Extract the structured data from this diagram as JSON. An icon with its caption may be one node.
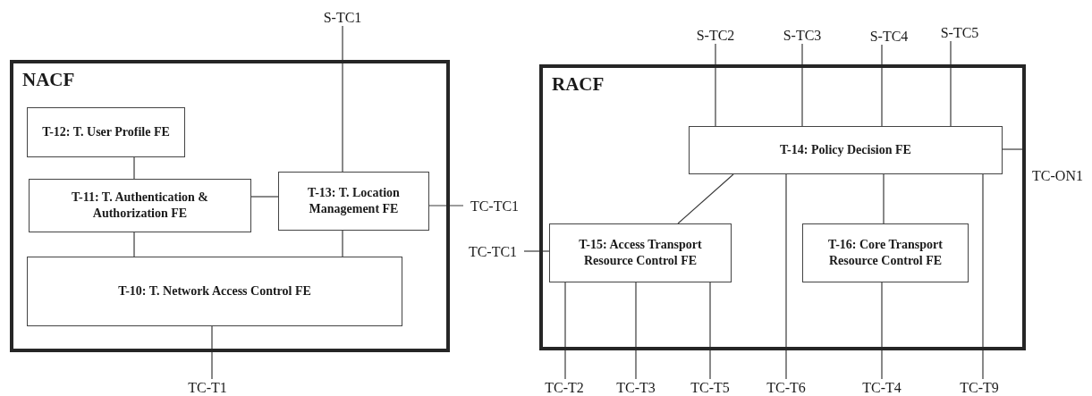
{
  "diagram": {
    "nodes": [
      {
        "text": [
          "NACF"
        ]
      },
      {
        "text": [
          "T-12: T. User Profile FE"
        ],
        "in": 0
      },
      {
        "text": [
          "T-11: T. Authentication & Authorization FE"
        ],
        "in": 0
      },
      {
        "text": [
          "T-13: T. Location Management FE"
        ],
        "in": 0
      },
      {
        "text": [
          "T-10: T. Network Access Control FE"
        ],
        "in": 0
      },
      {
        "text": [
          "S-TC1"
        ]
      },
      {
        "text": [
          "TC-TC1"
        ]
      },
      {
        "text": [
          "TC-T1"
        ]
      },
      {
        "text": [
          "RACF"
        ]
      },
      {
        "text": [
          "T-14: Policy Decision FE"
        ],
        "in": 8
      },
      {
        "text": [
          "T-15: Access Transport Resource Control FE"
        ],
        "in": 8
      },
      {
        "text": [
          "T-16: Core Transport Resource Control FE"
        ],
        "in": 8
      },
      {
        "text": [
          "S-TC2"
        ]
      },
      {
        "text": [
          "S-TC3"
        ]
      },
      {
        "text": [
          "S-TC4"
        ]
      },
      {
        "text": [
          "S-TC5"
        ]
      },
      {
        "text": [
          "TC-ON1"
        ]
      },
      {
        "text": [
          "TC-TC1"
        ]
      },
      {
        "text": [
          "TC-T2"
        ]
      },
      {
        "text": [
          "TC-T3"
        ]
      },
      {
        "text": [
          "TC-T5"
        ]
      },
      {
        "text": [
          "TC-T6"
        ]
      },
      {
        "text": [
          "TC-T4"
        ]
      },
      {
        "text": [
          "TC-T9"
        ]
      }
    ],
    "edges": [
      {
        "from": 1,
        "to": 2,
        "arrow": "none"
      },
      {
        "from": 2,
        "to": 3,
        "arrow": "none"
      },
      {
        "from": 2,
        "to": 4,
        "arrow": "none"
      },
      {
        "from": 3,
        "to": 4,
        "arrow": "none"
      },
      {
        "from": 5,
        "to": 3,
        "arrow": "none"
      },
      {
        "from": 3,
        "to": 6,
        "arrow": "none"
      },
      {
        "from": 4,
        "to": 7,
        "arrow": "none"
      },
      {
        "from": 12,
        "to": 9,
        "arrow": "none"
      },
      {
        "from": 13,
        "to": 9,
        "arrow": "none"
      },
      {
        "from": 14,
        "to": 9,
        "arrow": "none"
      },
      {
        "from": 15,
        "to": 9,
        "arrow": "none"
      },
      {
        "from": 9,
        "to": 16,
        "arrow": "none"
      },
      {
        "from": 9,
        "to": 10,
        "arrow": "none"
      },
      {
        "from": 17,
        "to": 10,
        "arrow": "none"
      },
      {
        "from": 10,
        "to": 18,
        "arrow": "none"
      },
      {
        "from": 10,
        "to": 19,
        "arrow": "none"
      },
      {
        "from": 10,
        "to": 20,
        "arrow": "none"
      },
      {
        "from": 9,
        "to": 21,
        "arrow": "none"
      },
      {
        "from": 9,
        "to": 11,
        "arrow": "none"
      },
      {
        "from": 11,
        "to": 22,
        "arrow": "none"
      },
      {
        "from": 9,
        "to": 23,
        "arrow": "none"
      }
    ]
  }
}
